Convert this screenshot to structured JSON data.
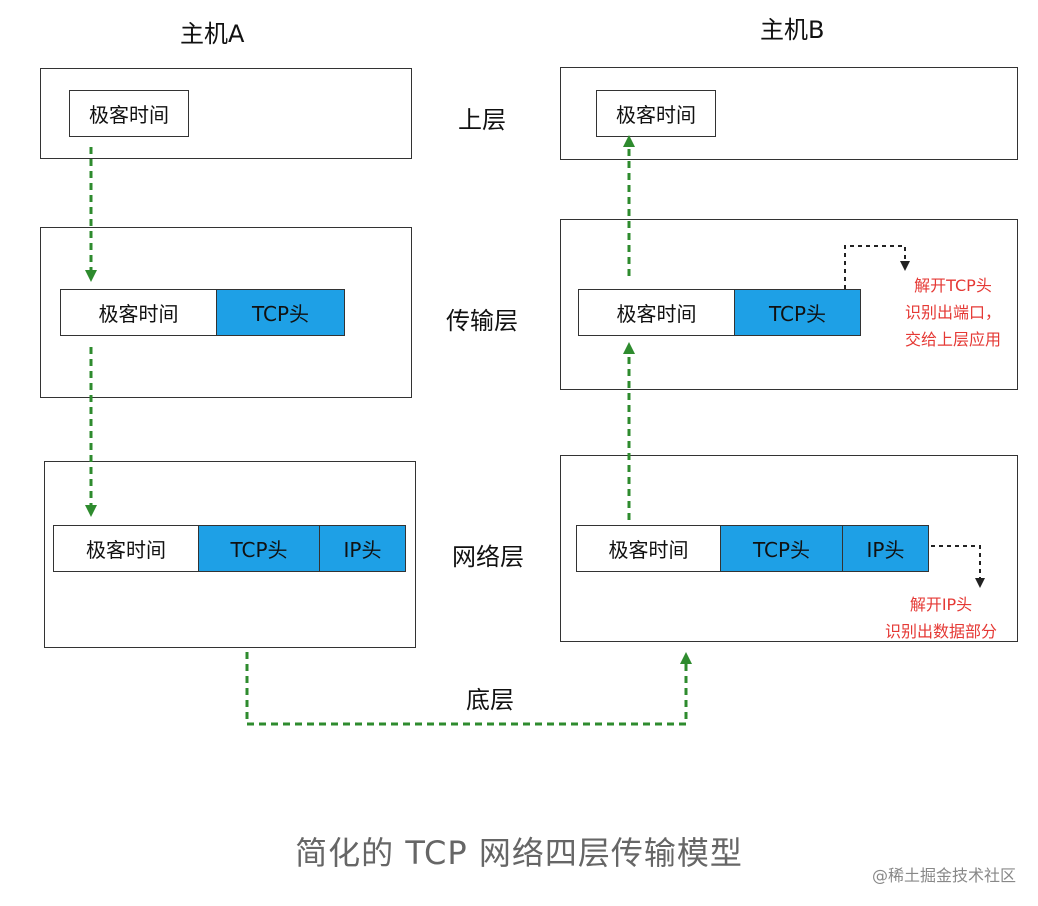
{
  "hosts": {
    "a_title": "主机A",
    "b_title": "主机B"
  },
  "layers": {
    "upper": "上层",
    "transport": "传输层",
    "network": "网络层",
    "bottom": "底层"
  },
  "packet": {
    "payload": "极客时间",
    "tcp_header": "TCP头",
    "ip_header": "IP头"
  },
  "notes": {
    "transport_lines": [
      "解开TCP头",
      "识别出端口，",
      "交给上层应用"
    ],
    "network_lines": [
      "解开IP头",
      "识别出数据部分"
    ]
  },
  "caption": "简化的 TCP 网络四层传输模型",
  "watermark": "@稀土掘金技术社区",
  "colors": {
    "header_fill": "#1ea0e6",
    "data_flow_arrow": "#2e8b2e",
    "process_arrow": "#222222",
    "note_text": "#e53935"
  }
}
